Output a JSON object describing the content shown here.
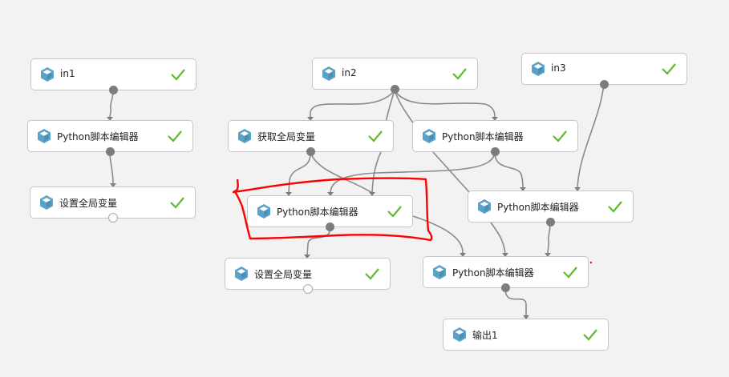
{
  "nodes": {
    "in1": {
      "label": "in1",
      "status": "completed"
    },
    "py1": {
      "label": "Python脚本编辑器",
      "status": "completed"
    },
    "set1": {
      "label": "设置全局变量",
      "status": "completed"
    },
    "in2": {
      "label": "in2",
      "status": "completed"
    },
    "get": {
      "label": "获取全局变量",
      "status": "completed"
    },
    "py2": {
      "label": "Python脚本编辑器",
      "status": "completed"
    },
    "pyhl": {
      "label": "Python脚本编辑器",
      "status": "completed"
    },
    "set2": {
      "label": "设置全局变量",
      "status": "completed"
    },
    "in3": {
      "label": "in3",
      "status": "completed"
    },
    "py3": {
      "label": "Python脚本编辑器",
      "status": "completed"
    },
    "py4": {
      "label": "Python脚本编辑器",
      "status": "completed"
    },
    "out": {
      "label": "输出1",
      "status": "completed"
    }
  },
  "colors": {
    "cube": "#5aa2c8",
    "check": "#5bbd2b",
    "edge": "#8a8a8a",
    "annotation": "#ff0000"
  }
}
